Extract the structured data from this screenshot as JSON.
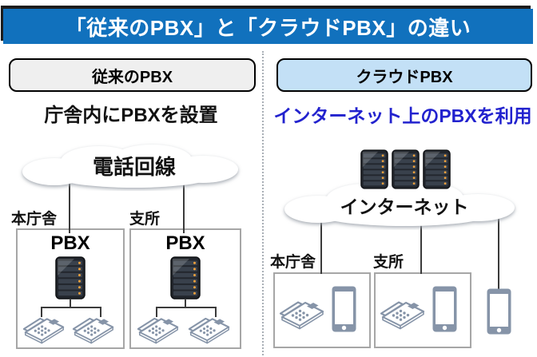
{
  "title": "「従来のPBX」と「クラウドPBX」の違い",
  "left_panel": {
    "header": "従来のPBX",
    "subtitle": "庁舎内にPBXを設置",
    "cloud_label": "電話回線",
    "sites": [
      {
        "label": "本庁舎",
        "device_title": "PBX"
      },
      {
        "label": "支所",
        "device_title": "PBX"
      }
    ]
  },
  "right_panel": {
    "header": "クラウドPBX",
    "subtitle": "インターネット上のPBXを利用",
    "cloud_label": "インターネット",
    "sites": [
      {
        "label": "本庁舎"
      },
      {
        "label": "支所"
      }
    ]
  },
  "icons": {
    "server": "server-rack-icon",
    "desk_phone": "desk-phone-icon",
    "smartphone": "smartphone-icon",
    "cloud": "cloud-shape"
  },
  "colors": {
    "title_bg": "#1171BD",
    "title_text": "#FFFFFF",
    "left_header_bg": "#EFEFEF",
    "right_header_bg": "#C3E0F6",
    "header_border": "#000000",
    "right_subtitle": "#2222CE",
    "box_border": "#A6A6A6",
    "line": "#3B3B3B",
    "device_gray": "#8694A8",
    "led": "#F0A23C"
  }
}
